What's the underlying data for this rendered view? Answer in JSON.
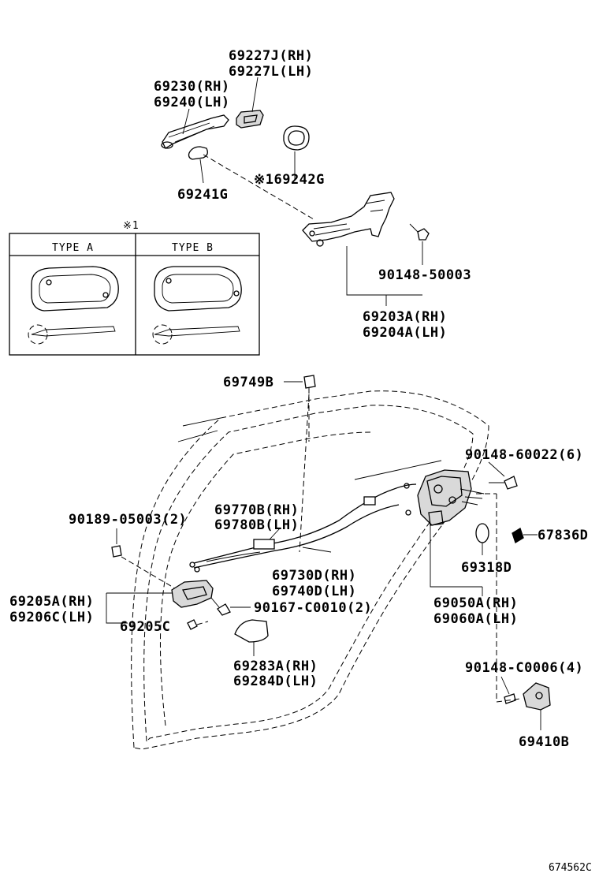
{
  "labels": {
    "p69227J": "69227J(RH)",
    "p69227L": "69227L(LH)",
    "p69230": "69230(RH)",
    "p69240": "69240(LH)",
    "p69242G": "※169242G",
    "p69241G": "69241G",
    "ref1": "※1",
    "typeA": "TYPE  A",
    "typeB": "TYPE  B",
    "p90148_50003": "90148-50003",
    "p69203A": "69203A(RH)",
    "p69204A": "69204A(LH)",
    "p69749B": "69749B",
    "p90148_60022": "90148-60022(6)",
    "p90189_05003": "90189-05003(2)",
    "p69770B": "69770B(RH)",
    "p69780B": "69780B(LH)",
    "p67836D": "67836D",
    "p69730D": "69730D(RH)",
    "p69740D": "69740D(LH)",
    "p69318D": "69318D",
    "p69205A": "69205A(RH)",
    "p69206C": "69206C(LH)",
    "p90167_C0010": "90167-C0010(2)",
    "p69050A": "69050A(RH)",
    "p69060A": "69060A(LH)",
    "p69205C": "69205C",
    "p69283A": "69283A(RH)",
    "p69284D": "69284D(LH)",
    "p90148_C0006": "90148-C0006(4)",
    "p69410B": "69410B",
    "diagram_code": "674562C"
  }
}
